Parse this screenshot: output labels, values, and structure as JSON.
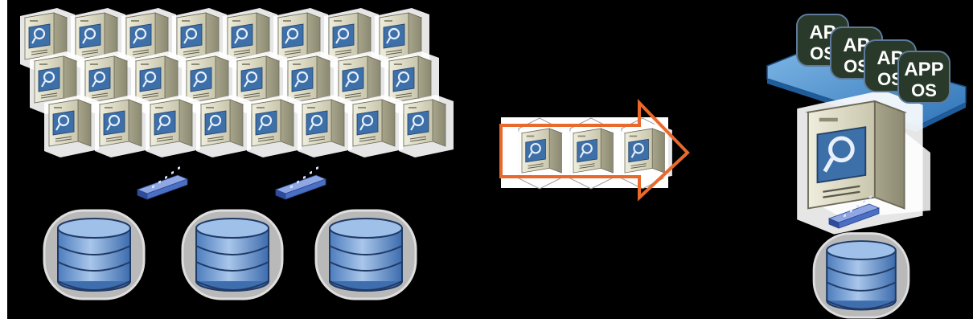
{
  "diagram": {
    "left_group": {
      "server_rows": 3,
      "servers_per_row": 8,
      "switch_count": 2,
      "storage_count": 3
    },
    "middle_group": {
      "arrow_color": "#e8692b",
      "servers_in_arrow": 3
    },
    "right_group": {
      "vm_labels": [
        {
          "app": "AP",
          "os": "OS"
        },
        {
          "app": "AP",
          "os": "OS"
        },
        {
          "app": "AP",
          "os": "OS"
        },
        {
          "app": "APP",
          "os": "OS"
        }
      ],
      "platform_color": "#4a8ecb",
      "server_count": 1,
      "switch_count": 1,
      "storage_count": 1
    },
    "colors": {
      "background": "#000000",
      "server_body": "#d9d6c1",
      "server_panel": "#3d6fa8",
      "storage_blue": "#7fa6d6",
      "switch_blue": "#4b6fc2"
    }
  }
}
